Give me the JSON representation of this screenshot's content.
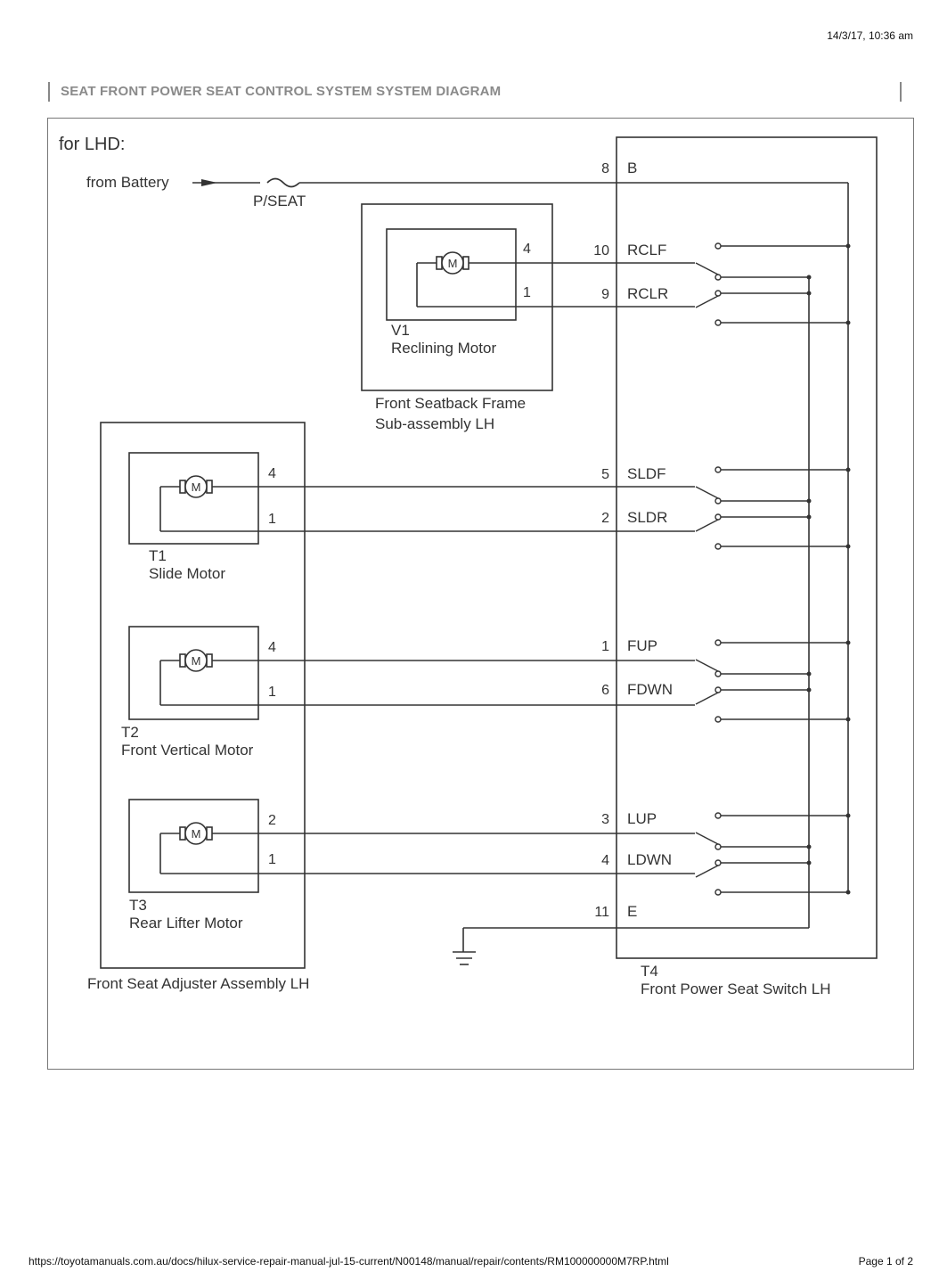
{
  "print_time": "14/3/17, 10:36 am",
  "header": {
    "title": "SEAT  FRONT POWER SEAT CONTROL SYSTEM  SYSTEM DIAGRAM"
  },
  "diagram": {
    "variant_label": "for LHD:",
    "battery_label": "from Battery",
    "fuse_label": "P/SEAT",
    "seatback_frame": {
      "line1": "Front Seatback Frame",
      "line2": "Sub-assembly LH"
    },
    "adjuster_assembly": "Front Seat Adjuster Assembly LH",
    "switch": {
      "code": "T4",
      "name": "Front Power Seat Switch LH"
    },
    "motor_symbol": "M",
    "motors": [
      {
        "code": "V1",
        "name": "Reclining Motor",
        "pin_top": "4",
        "pin_bottom": "1"
      },
      {
        "code": "T1",
        "name": "Slide Motor",
        "pin_top": "4",
        "pin_bottom": "1"
      },
      {
        "code": "T2",
        "name": "Front Vertical Motor",
        "pin_top": "4",
        "pin_bottom": "1"
      },
      {
        "code": "T3",
        "name": "Rear Lifter Motor",
        "pin_top": "2",
        "pin_bottom": "1"
      }
    ],
    "switch_terminals": [
      {
        "pin": "8",
        "name": "B"
      },
      {
        "pin": "10",
        "name": "RCLF"
      },
      {
        "pin": "9",
        "name": "RCLR"
      },
      {
        "pin": "5",
        "name": "SLDF"
      },
      {
        "pin": "2",
        "name": "SLDR"
      },
      {
        "pin": "1",
        "name": "FUP"
      },
      {
        "pin": "6",
        "name": "FDWN"
      },
      {
        "pin": "3",
        "name": "LUP"
      },
      {
        "pin": "4",
        "name": "LDWN"
      },
      {
        "pin": "11",
        "name": "E"
      }
    ]
  },
  "footer": {
    "url": "https://toyotamanuals.com.au/docs/hilux-service-repair-manual-jul-15-current/N00148/manual/repair/contents/RM100000000M7RP.html",
    "page": "Page 1 of 2"
  }
}
